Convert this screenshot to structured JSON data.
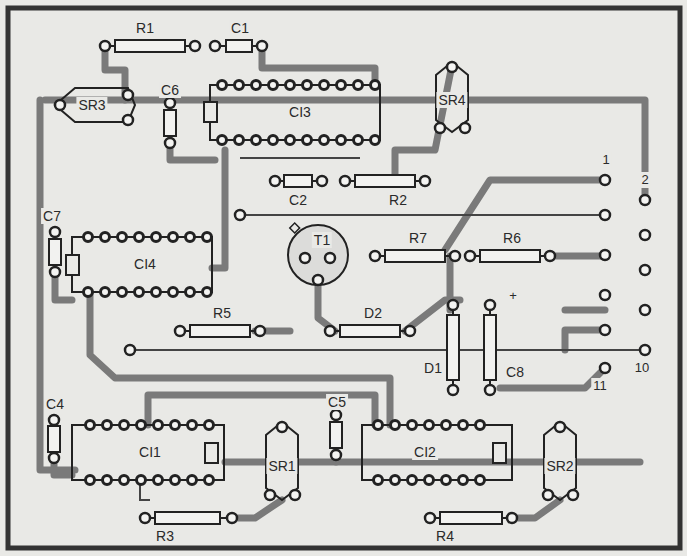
{
  "diagram": {
    "labels": [
      "R1",
      "C1",
      "SR3",
      "C6",
      "CI3",
      "SR4",
      "C2",
      "R2",
      "1",
      "2",
      "C7",
      "CI4",
      "T1",
      "R7",
      "R6",
      "R5",
      "D2",
      "+",
      "D1",
      "C8",
      "10",
      "11",
      "C4",
      "C5",
      "CI1",
      "SR1",
      "CI2",
      "SR2",
      "R3",
      "R4"
    ]
  }
}
